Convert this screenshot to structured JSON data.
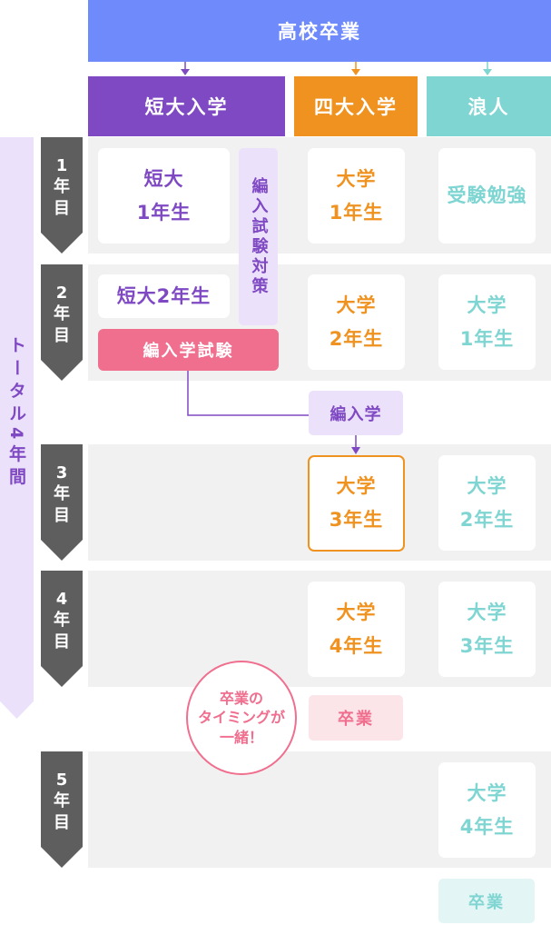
{
  "header": {
    "top": "高校卒業",
    "tandai": "短大入学",
    "yondai": "四大入学",
    "ronin": "浪人"
  },
  "total": "トータル4年間",
  "years": [
    {
      "label": "1\n年\n目"
    },
    {
      "label": "2\n年\n目"
    },
    {
      "label": "3\n年\n目"
    },
    {
      "label": "4\n年\n目"
    },
    {
      "label": "5\n年\n目"
    }
  ],
  "tandai": {
    "y1": "短大\n1年生",
    "y2": "短大2年生",
    "prep": "編入試験対策",
    "exam": "編入学試験"
  },
  "transfer": "編入学",
  "yondai": {
    "y1": "大学\n1年生",
    "y2": "大学\n2年生",
    "y3": "大学\n3年生",
    "y4": "大学\n4年生",
    "grad": "卒業"
  },
  "ronin": {
    "study": "受験勉強",
    "y1": "大学\n1年生",
    "y2": "大学\n2年生",
    "y3": "大学\n3年生",
    "y4": "大学\n4年生",
    "grad": "卒業"
  },
  "bubble": "卒業の\nタイミングが\n一緒！",
  "colors": {
    "header_top": "#6f8bfb",
    "tandai": "#7f49c3",
    "yondai": "#ef921f",
    "ronin": "#7fd5d2",
    "exam": "#f06e8e",
    "year_marker": "#5e5e5e"
  }
}
